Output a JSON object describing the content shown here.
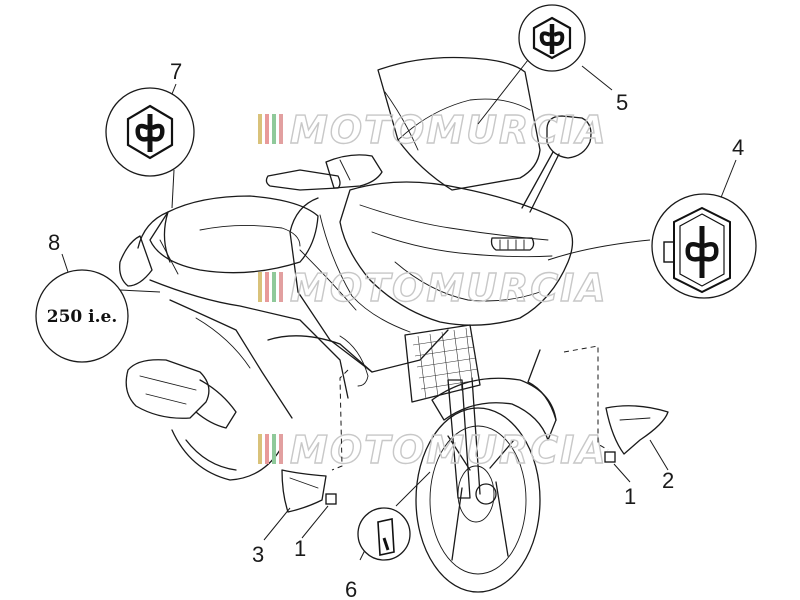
{
  "watermark": {
    "text": "MOTOMURCIA",
    "colors": [
      "#d9c27a",
      "#e89a9a",
      "#8fc99a",
      "#e2a0a0"
    ]
  },
  "callouts": [
    {
      "id": "c1a",
      "number": "1"
    },
    {
      "id": "c1b",
      "number": "1"
    },
    {
      "id": "c2",
      "number": "2"
    },
    {
      "id": "c3",
      "number": "3"
    },
    {
      "id": "c4",
      "number": "4"
    },
    {
      "id": "c5",
      "number": "5"
    },
    {
      "id": "c6",
      "number": "6"
    },
    {
      "id": "c7",
      "number": "7"
    },
    {
      "id": "c8",
      "number": "8"
    }
  ],
  "displacement_badge": {
    "text": "250 i.e."
  },
  "icons": [
    "piaggio-logo-icon",
    "piaggio-badge-icon"
  ]
}
